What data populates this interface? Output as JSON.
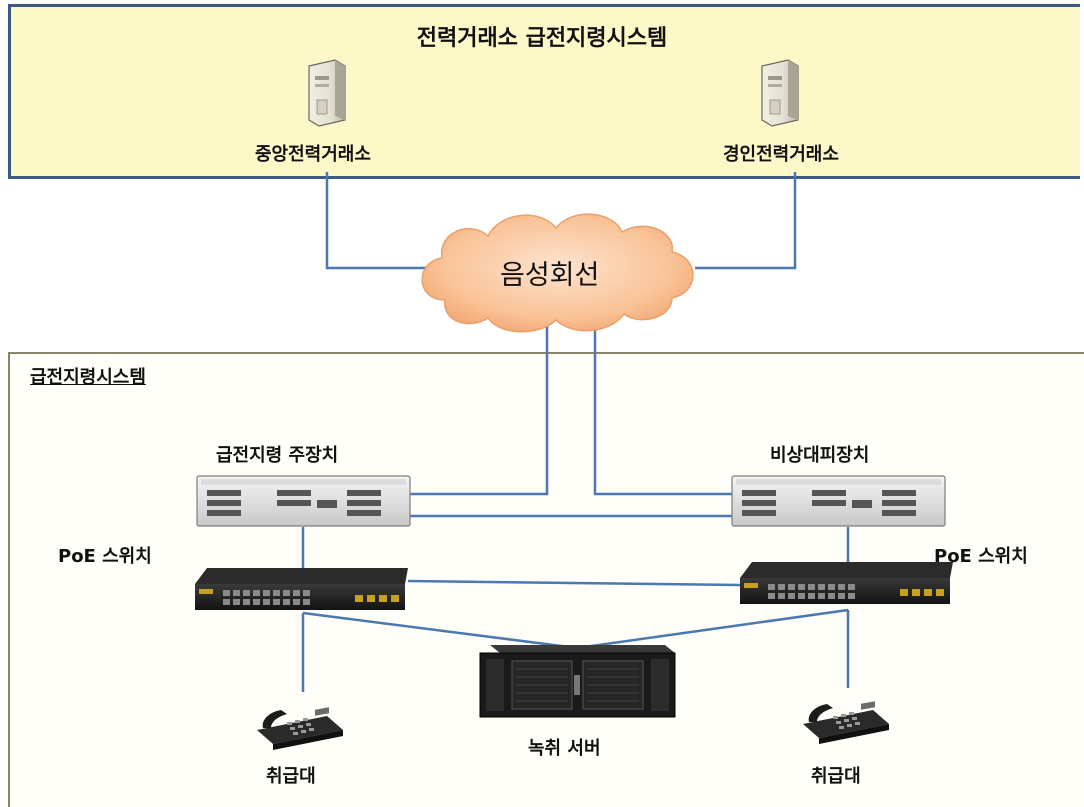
{
  "diagram": {
    "title": "전력거래소 급전지령시스템",
    "section_title": "급전지령시스템",
    "nodes": {
      "central_exchange": "중앙전력거래소",
      "gyeongin_exchange": "경인전력거래소",
      "voice_line_cloud": "음성회선",
      "main_unit": "급전지령 주장치",
      "backup_unit": "비상대피장치",
      "poe_switch_left": "PoE 스위치",
      "poe_switch_right": "PoE 스위치",
      "recording_server": "녹취 서버",
      "handset_left": "취급대",
      "handset_right": "취급대"
    },
    "colors": {
      "top_panel_fill": "#fdf8c8",
      "top_panel_border": "#3d5a80",
      "bottom_panel_border": "#8a8468",
      "link_line": "#4a78b0",
      "cloud_fill": "#f7b98a"
    },
    "icons": [
      "server-tower-icon",
      "cloud-icon",
      "pbx-unit-icon",
      "network-switch-icon",
      "rack-server-icon",
      "desk-phone-icon"
    ]
  }
}
